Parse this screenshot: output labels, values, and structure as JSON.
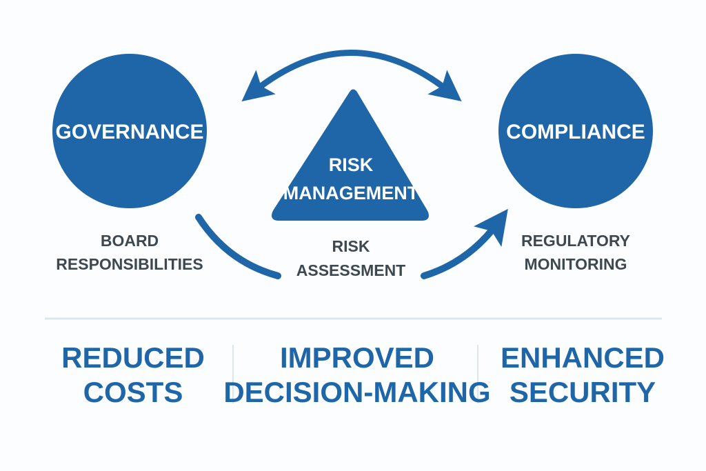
{
  "colors": {
    "primary": "#1f66a8",
    "label": "#3e4850",
    "divider": "#dde6ef"
  },
  "nodes": {
    "governance": {
      "title": "GOVERNANCE",
      "caption": [
        "BOARD",
        "RESPONSIBILITIES"
      ]
    },
    "risk_management": {
      "title": [
        "RISK",
        "MANAGEMENT"
      ],
      "caption": [
        "RISK",
        "ASSESSMENT"
      ]
    },
    "compliance": {
      "title": "COMPLIANCE",
      "caption": [
        "REGULATORY",
        "MONITORING"
      ]
    }
  },
  "benefits": [
    {
      "lines": [
        "REDUCED",
        "COSTS"
      ]
    },
    {
      "lines": [
        "IMPROVED",
        "DECISION-MAKING"
      ]
    },
    {
      "lines": [
        "ENHANCED",
        "SECURITY"
      ]
    }
  ]
}
